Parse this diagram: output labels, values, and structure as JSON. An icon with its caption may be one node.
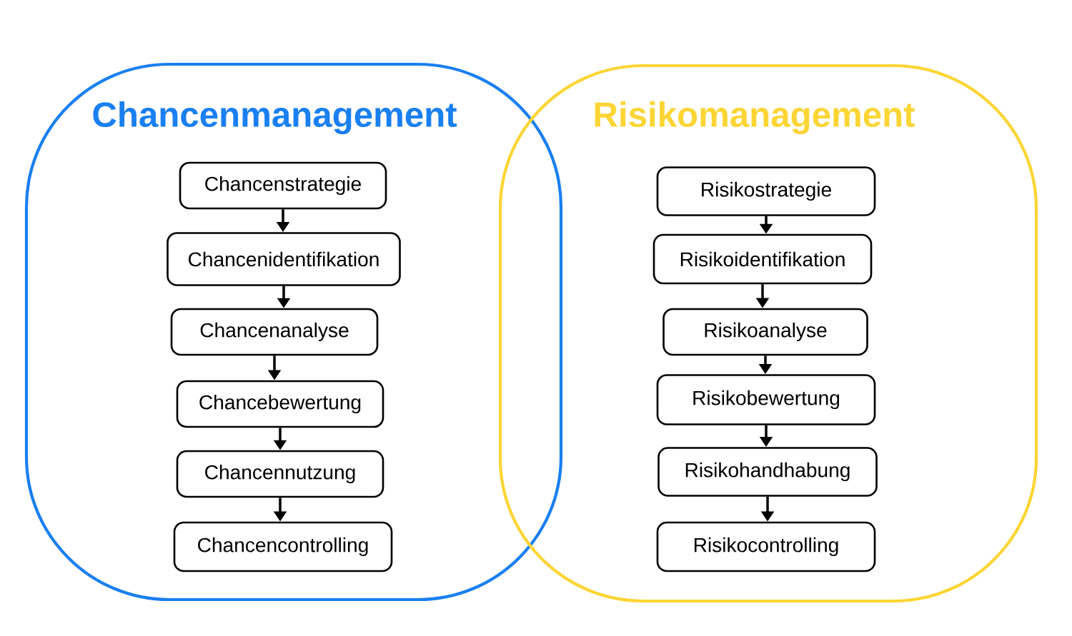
{
  "diagram": {
    "nodes": [
      {
        "text": [
          "Chancenmanagement"
        ]
      },
      {
        "text": [
          "Chancenstrategie"
        ],
        "in": 0
      },
      {
        "text": [
          "Chancenidentifikation"
        ],
        "in": 0
      },
      {
        "text": [
          "Chancenanalyse"
        ],
        "in": 0
      },
      {
        "text": [
          "Chancebewertung"
        ],
        "in": 0
      },
      {
        "text": [
          "Chancennutzung"
        ],
        "in": 0
      },
      {
        "text": [
          "Chancencontrolling"
        ],
        "in": 0
      },
      {
        "text": [
          "Risikomanagement"
        ]
      },
      {
        "text": [
          "Risikostrategie"
        ],
        "in": 7
      },
      {
        "text": [
          "Risikoidentifikation"
        ],
        "in": 7
      },
      {
        "text": [
          "Risikoanalyse"
        ],
        "in": 7
      },
      {
        "text": [
          "Risikobewertung"
        ],
        "in": 7
      },
      {
        "text": [
          "Risikohandhabung"
        ],
        "in": 7
      },
      {
        "text": [
          "Risikocontrolling"
        ],
        "in": 7
      }
    ],
    "edges": [
      {
        "from": 1,
        "to": 2,
        "arrow": "to"
      },
      {
        "from": 2,
        "to": 3,
        "arrow": "to"
      },
      {
        "from": 3,
        "to": 4,
        "arrow": "to"
      },
      {
        "from": 4,
        "to": 5,
        "arrow": "to"
      },
      {
        "from": 5,
        "to": 6,
        "arrow": "to"
      },
      {
        "from": 8,
        "to": 9,
        "arrow": "to"
      },
      {
        "from": 9,
        "to": 10,
        "arrow": "to"
      },
      {
        "from": 10,
        "to": 11,
        "arrow": "to"
      },
      {
        "from": 11,
        "to": 12,
        "arrow": "to"
      },
      {
        "from": 12,
        "to": 13,
        "arrow": "to"
      }
    ]
  }
}
